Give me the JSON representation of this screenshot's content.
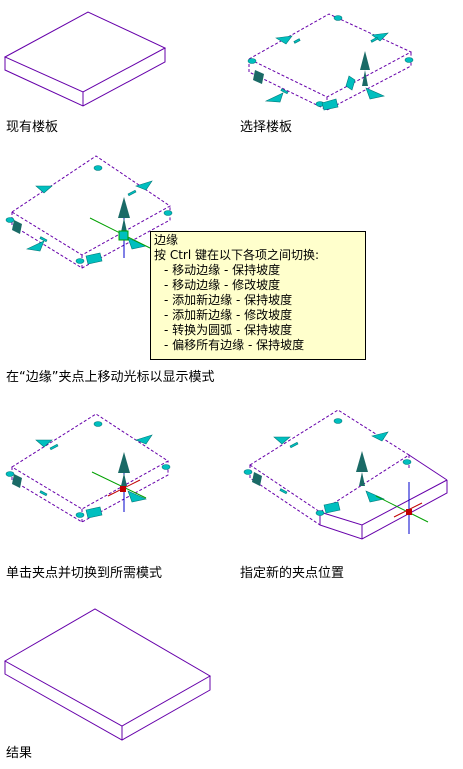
{
  "captions": {
    "existing_slab": "现有楼板",
    "select_slab": "选择楼板",
    "move_cursor": "在“边缘”夹点上移动光标以显示模式",
    "click_grip": "单击夹点并切换到所需模式",
    "specify_location": "指定新的夹点位置",
    "result": "结果"
  },
  "tooltip": {
    "title": "边缘",
    "instruction": "按 Ctrl 键在以下各项之间切换:",
    "options": [
      "- 移动边缘 - 保持坡度",
      "- 移动边缘 - 修改坡度",
      "- 添加新边缘 - 保持坡度",
      "- 添加新边缘 - 修改坡度",
      "- 转换为圆弧 - 保持坡度",
      "- 偏移所有边缘 - 保持坡度"
    ]
  },
  "colors": {
    "slab_edge": "#6600aa",
    "grip": "#00bfbf",
    "grip_dark": "#1a6a66",
    "axis_x": "#c00000",
    "axis_y": "#00a000",
    "axis_z": "#0000cc",
    "tooltip_bg": "#ffffcc"
  }
}
